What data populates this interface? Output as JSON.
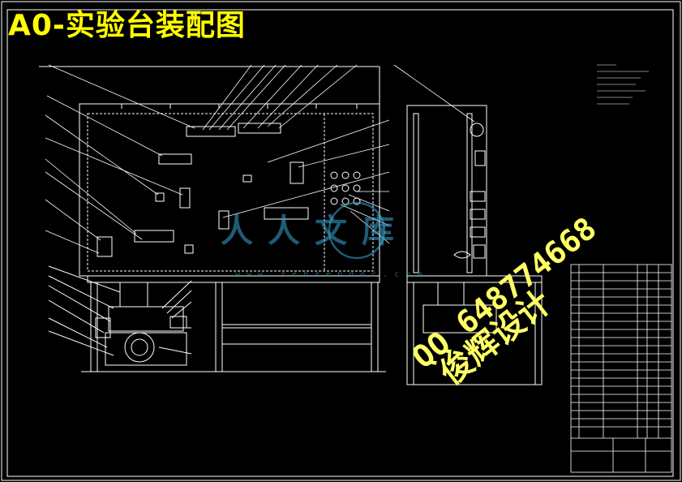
{
  "title": "A0-实验台装配图",
  "watermark": {
    "brand": "俊辉设计",
    "qq": "QQ 648774668",
    "library": "人人文库",
    "url": "www.renrendoc.com"
  },
  "colors": {
    "background": "#000000",
    "lines": "#ffffff",
    "title": "#ffff00",
    "watermark": "#ffff66",
    "library": "#3aa7d6"
  }
}
